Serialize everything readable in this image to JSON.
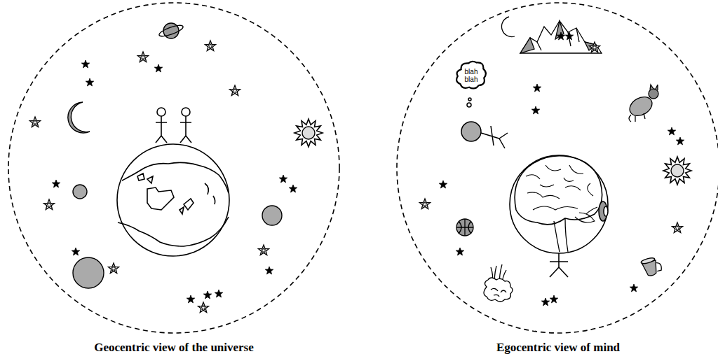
{
  "diagram": {
    "nodes": [
      {
        "text": [
          "blah blah"
        ]
      }
    ],
    "labels": [
      "Geocentric view of the universe",
      "Egocentric view of mind"
    ]
  }
}
